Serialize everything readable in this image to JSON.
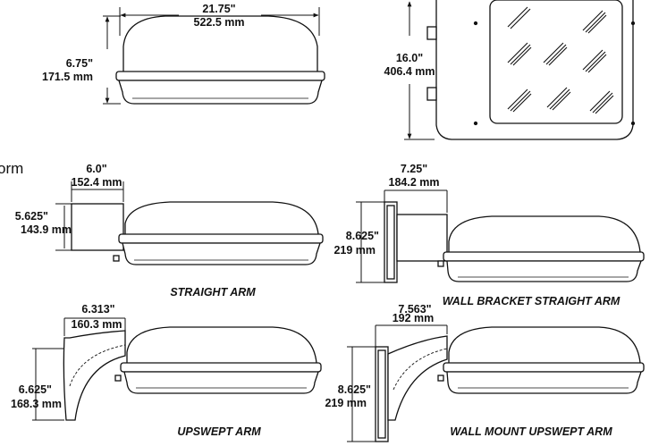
{
  "fragment": "orm",
  "top_view": {
    "width_in": "21.75\"",
    "width_mm": "522.5 mm",
    "height_in": "6.75\"",
    "height_mm": "171.5 mm"
  },
  "door_view": {
    "height_in": "16.0\"",
    "height_mm": "406.4 mm"
  },
  "straight_arm": {
    "arm_in": "6.0\"",
    "arm_mm": "152.4 mm",
    "height_in": "5.625\"",
    "height_mm": "143.9 mm",
    "caption": "STRAIGHT ARM"
  },
  "wall_bracket_straight_arm": {
    "arm_in": "7.25\"",
    "arm_mm": "184.2 mm",
    "height_in": "8.625\"",
    "height_mm": "219 mm",
    "caption": "WALL BRACKET STRAIGHT ARM"
  },
  "upswept_arm": {
    "arm_in": "6.313\"",
    "arm_mm": "160.3 mm",
    "height_in": "6.625\"",
    "height_mm": "168.3 mm",
    "caption": "UPSWEPT ARM"
  },
  "wall_mount_upswept_arm": {
    "arm_in": "7.563\"",
    "arm_mm": "192 mm",
    "height_in": "8.625\"",
    "height_mm": "219 mm",
    "caption": "WALL MOUNT UPSWEPT ARM"
  }
}
